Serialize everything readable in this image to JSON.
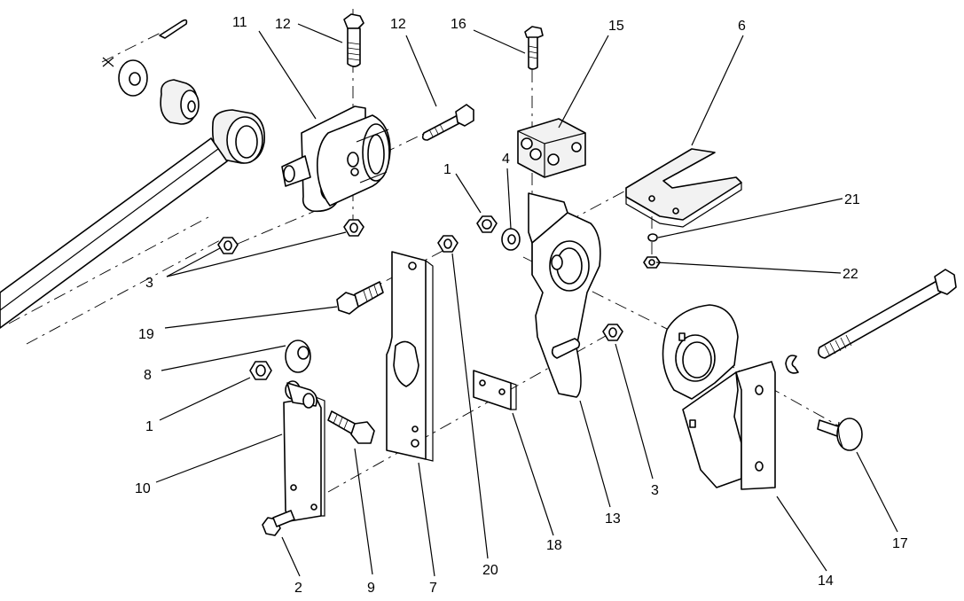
{
  "diagram": {
    "labels": {
      "l1a": "1",
      "l1b": "1",
      "l2": "2",
      "l3a": "3",
      "l3b": "3",
      "l4": "4",
      "l6": "6",
      "l7": "7",
      "l8": "8",
      "l9": "9",
      "l10": "10",
      "l11": "11",
      "l12a": "12",
      "l12b": "12",
      "l13": "13",
      "l14": "14",
      "l15": "15",
      "l16": "16",
      "l17": "17",
      "l18": "18",
      "l19": "19",
      "l20": "20",
      "l21": "21",
      "l22": "22"
    }
  }
}
